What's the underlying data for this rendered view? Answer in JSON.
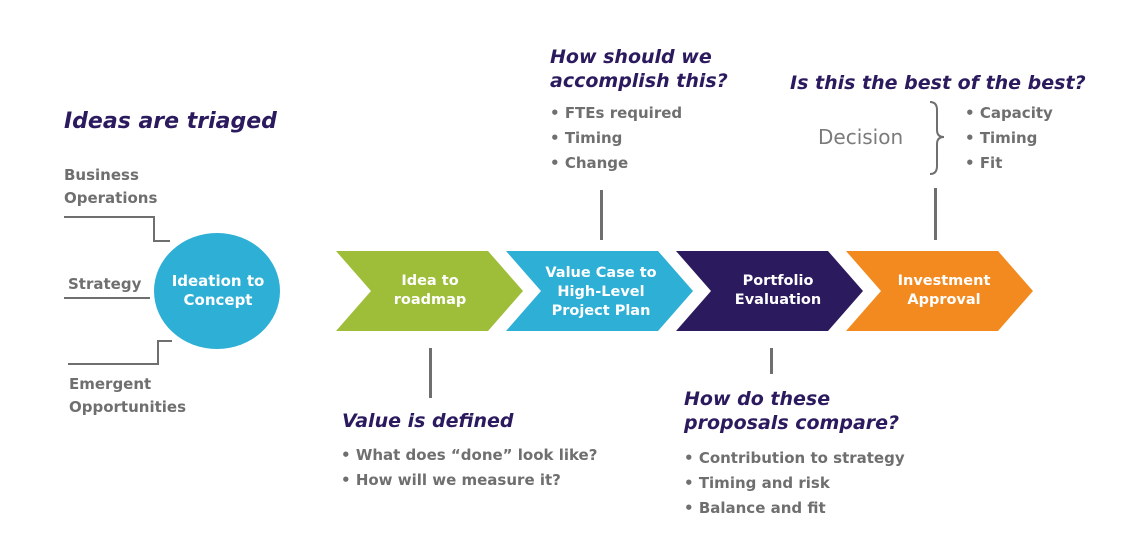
{
  "triage": {
    "heading": "Ideas are triaged",
    "sources": [
      "Business Operations",
      "Strategy",
      "Emergent Opportunities"
    ],
    "circle_label": "Ideation to Concept",
    "circle_color": "#2eafd6"
  },
  "stages": [
    {
      "label": "Idea to roadmap",
      "color": "#9ebe3a"
    },
    {
      "label": "Value Case to High-Level Project Plan",
      "color": "#2eafd6"
    },
    {
      "label": "Portfolio Evaluation",
      "color": "#2c1a5e"
    },
    {
      "label": "Investment Approval",
      "color": "#f28a1f"
    }
  ],
  "callouts": {
    "value_defined": {
      "heading": "Value is defined",
      "items": [
        "What does “done” look like?",
        "How will we measure it?"
      ]
    },
    "how_accomplish": {
      "heading": "How should we accomplish this?",
      "items": [
        "FTEs required",
        "Timing",
        "Change"
      ]
    },
    "proposals_compare": {
      "heading": "How do these proposals compare?",
      "items": [
        "Contribution to strategy",
        "Timing and risk",
        "Balance and fit"
      ]
    },
    "best_of_best": {
      "heading": "Is this the best of the best?",
      "decision_label": "Decision",
      "items": [
        "Capacity",
        "Timing",
        "Fit"
      ]
    }
  }
}
